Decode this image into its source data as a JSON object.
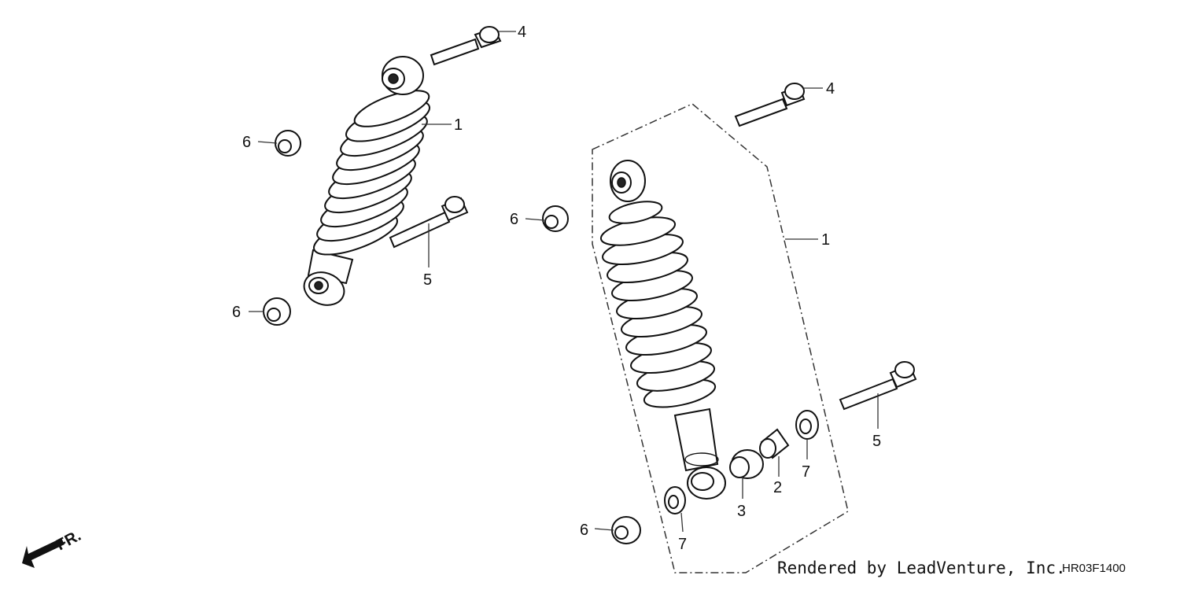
{
  "credit": "Rendered by LeadVenture, Inc.",
  "diagram_code": "HR03F1400",
  "direction_label": "FR.",
  "callouts": {
    "c1_left": "1",
    "c1_right": "1",
    "c2": "2",
    "c3": "3",
    "c4_top": "4",
    "c4_right": "4",
    "c5_left": "5",
    "c5_right": "5",
    "c6_a": "6",
    "c6_b": "6",
    "c6_c": "6",
    "c6_d": "6",
    "c7_a": "7",
    "c7_b": "7"
  }
}
